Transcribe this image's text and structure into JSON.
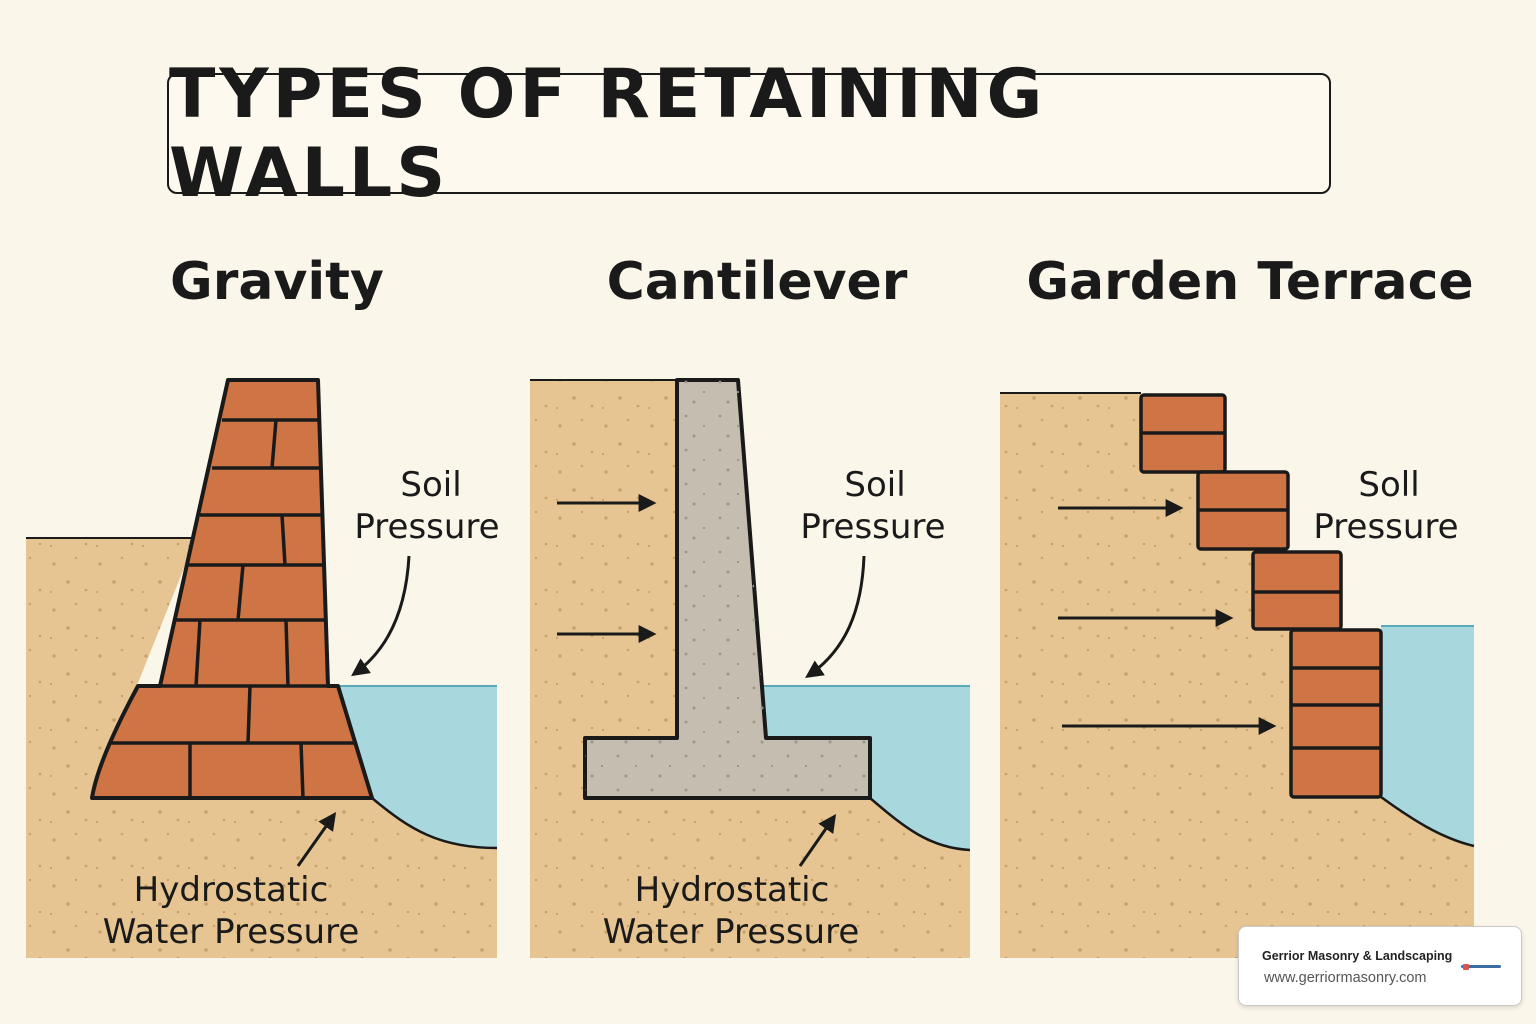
{
  "title": "TYPES OF RETAINING WALLS",
  "panels": [
    {
      "heading": "Gravity",
      "soil_label": [
        "Soil",
        "Pressure"
      ],
      "water_label": [
        "Hydrostatic",
        "Water Pressure"
      ]
    },
    {
      "heading": "Cantilever",
      "soil_label": [
        "Soil",
        "Pressure"
      ],
      "water_label": [
        "Hydrostatic",
        "Water Pressure"
      ]
    },
    {
      "heading": "Garden Terrace",
      "soil_label": [
        "Soll",
        "Pressure"
      ]
    }
  ],
  "footer": {
    "company": "Gerrior Masonry & Landscaping",
    "url": "www.gerriormasonry.com"
  },
  "colors": {
    "background": "#fbf6ea",
    "soil": "#e6c592",
    "brick": "#cf7444",
    "concrete": "#c5bdb0",
    "water": "#a8d8de",
    "outline": "#1a1a1a"
  }
}
